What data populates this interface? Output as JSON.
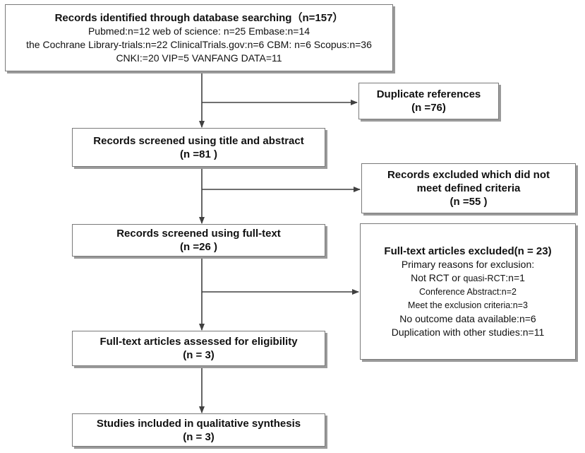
{
  "identification": {
    "title": "Records identified through database searching（n=157）",
    "line1": "Pubmed:n=12  web of science: n=25  Embase:n=14",
    "line2": "the Cochrane Library-trials:n=22  ClinicalTrials.gov:n=6 CBM:  n=6  Scopus:n=36",
    "line3": "CNKI:=20 VIP=5 VANFANG DATA=11"
  },
  "duplicates": {
    "title": "Duplicate references",
    "count": "(n =76)"
  },
  "screened_title": {
    "title": "Records screened using title and abstract",
    "count": "(n =81 )"
  },
  "excluded_criteria": {
    "line1": "Records excluded which did not",
    "line2": "meet defined criteria",
    "count": "(n =55 )"
  },
  "screened_fulltext": {
    "title": "Records  screened using full-text",
    "count": "(n =26 )"
  },
  "fulltext_excluded": {
    "title": "Full-text articles excluded(n = 23)",
    "subtitle": "Primary reasons for exclusion:",
    "reason1_a": "Not RCT or ",
    "reason1_b": "quasi-RCT",
    "reason1_c": ":n=1",
    "reason2": "Conference Abstract:n=2",
    "reason3": "Meet the exclusion criteria:n=3",
    "reason4": "No outcome data available:n=6",
    "reason5": "Duplication with other studies:n=11"
  },
  "eligibility": {
    "title": "Full-text articles assessed for eligibility",
    "count": "(n = 3)"
  },
  "included": {
    "title": "Studies included in qualitative synthesis",
    "count": "(n = 3)"
  },
  "colors": {
    "box_border": "#7a7a7a",
    "shadow": "#9a9a9a",
    "arrow": "#404040"
  }
}
